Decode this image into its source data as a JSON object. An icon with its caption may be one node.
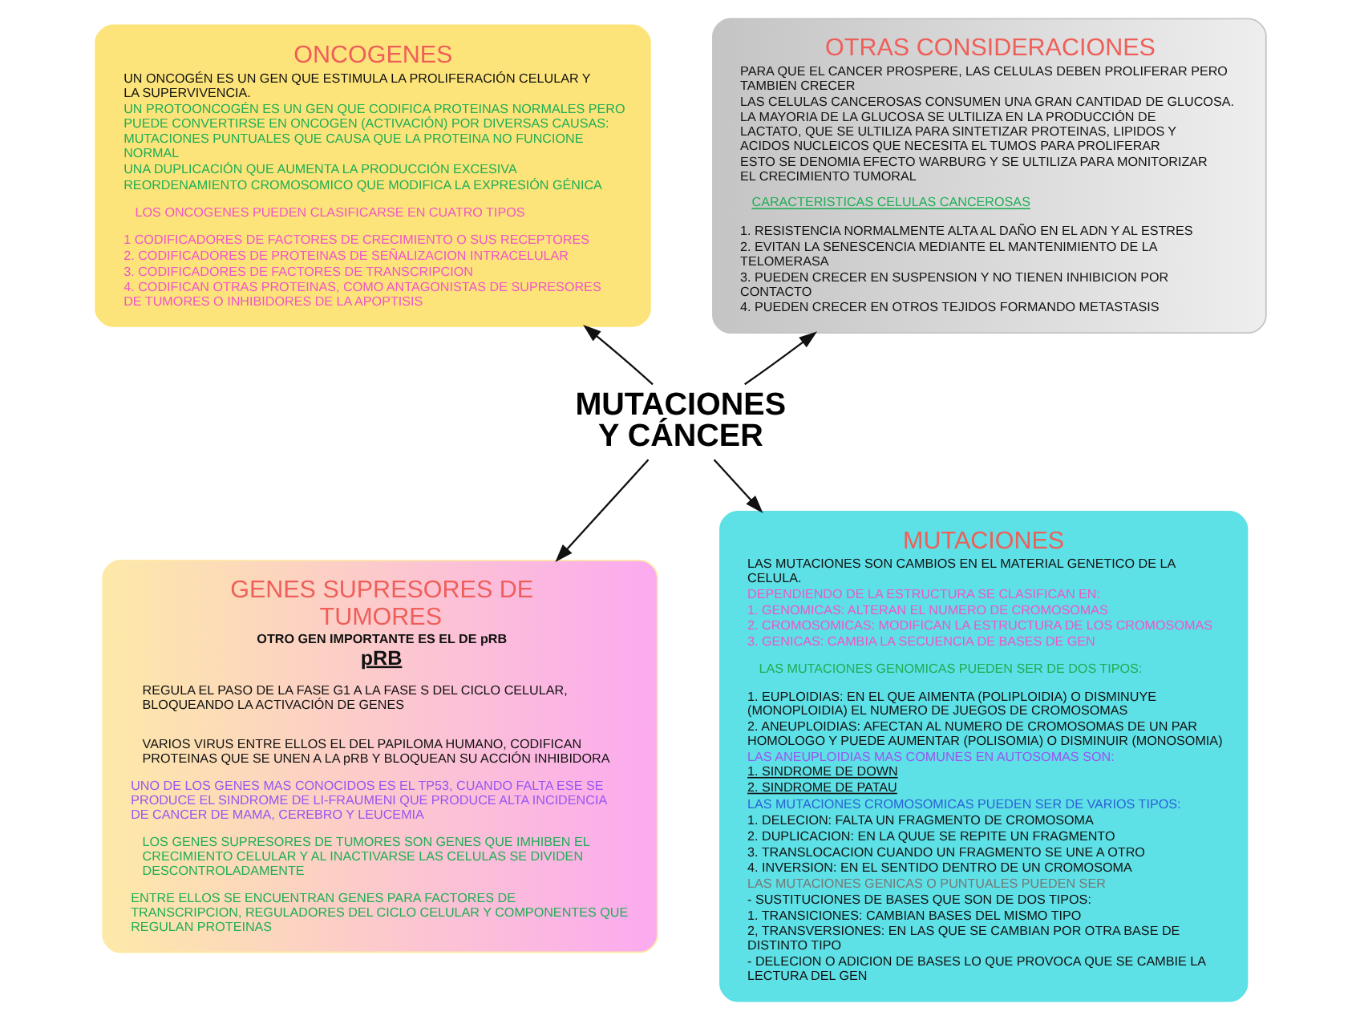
{
  "diagram": {
    "nodes": [
      {
        "text": [
          "ONCOGENES",
          "UN ONCOGÉN ES UN GEN QUE ESTIMULA LA PROLIFERACIÓN CELULAR Y LA SUPERVIVENCIA.",
          "UN PROTOONCOGÉN ES UN GEN QUE CODIFICA PROTEINAS NORMALES PERO PUEDE CONVERTIRSE EN ONCOGEN (ACTIVACIÓN) POR DIVERSAS CAUSAS:",
          "MUTACIONES PUNTUALES QUE CAUSA QUE LA PROTEINA NO FUNCIONE NORMAL",
          "UNA DUPLICACIÓN QUE AUMENTA LA PRODUCCIÓN EXCESIVA",
          "REORDENAMIENTO CROMOSOMICO QUE MODIFICA LA EXPRESIÓN GÉNICA",
          "LOS ONCOGENES PUEDEN CLASIFICARSE EN CUATRO TIPOS",
          "1 CODIFICADORES DE FACTORES DE CRECIMIENTO O SUS RECEPTORES",
          "2. CODIFICADORES DE PROTEINAS DE SEÑALIZACION INTRACELULAR",
          "3. CODIFICADORES DE FACTORES DE TRANSCRIPCION",
          "4. CODIFICAN OTRAS PROTEINAS, COMO ANTAGONISTAS DE SUPRESORES DE TUMORES O INHIBIDORES DE LA APOPTISIS"
        ]
      },
      {
        "text": [
          "OTRAS CONSIDERACIONES",
          "PARA QUE EL CANCER PROSPERE, LAS CELULAS DEBEN PROLIFERAR PERO TAMBIEN CRECER",
          "LAS CELULAS CANCEROSAS CONSUMEN UNA GRAN CANTIDAD DE GLUCOSA.",
          "LA MAYORIA DE LA GLUCOSA SE ULTILIZA EN LA PRODUCCIÓN DE LACTATO, QUE SE ULTILIZA PARA SINTETIZAR PROTEINAS, LIPIDOS Y ACIDOS NUCLEICOS QUE NECESITA EL TUMOS PARA PROLIFERAR",
          "ESTO SE DENOMIA EFECTO WARBURG Y SE ULTILIZA PARA MONITORIZAR EL CRECIMIENTO TUMORAL",
          "CARACTERISTICAS CELULAS CANCEROSAS",
          "1. RESISTENCIA NORMALMENTE ALTA AL DAÑO EN EL ADN Y AL ESTRES",
          "2. EVITAN LA SENESCENCIA MEDIANTE EL MANTENIMIENTO DE LA TELOMERASA",
          "3. PUEDEN CRECER EN SUSPENSION Y NO TIENEN INHIBICION POR CONTACTO",
          "4. PUEDEN CRECER EN OTROS TEJIDOS FORMANDO METASTASIS"
        ]
      },
      {
        "text": [
          "MUTACIONES Y CÁNCER"
        ]
      },
      {
        "text": [
          "GENES SUPRESORES DE TUMORES",
          "OTRO GEN IMPORTANTE ES EL DE pRB",
          "pRB",
          "REGULA EL PASO DE LA FASE G1 A LA FASE S DEL CICLO CELULAR, BLOQUEANDO LA ACTIVACIÓN DE GENES",
          "VARIOS VIRUS ENTRE ELLOS EL DEL PAPILOMA HUMANO, CODIFICAN PROTEINAS QUE SE UNEN A LA pRB Y BLOQUEAN SU ACCIÓN INHIBIDORA",
          "UNO DE LOS GENES MAS CONOCIDOS ES EL TP53, CUANDO FALTA ESE SE PRODUCE EL SINDROME DE LI-FRAUMENI QUE PRODUCE ALTA INCIDENCIA DE CANCER DE MAMA, CEREBRO Y LEUCEMIA",
          "LOS GENES SUPRESORES DE TUMORES SON GENES QUE IMHIBEN EL CRECIMIENTO CELULAR Y AL INACTIVARSE LAS CELULAS SE DIVIDEN DESCONTROLADAMENTE",
          "ENTRE ELLOS SE ENCUENTRAN GENES PARA FACTORES DE TRANSCRIPCION, REGULADORES DEL CICLO CELULAR Y COMPONENTES QUE REGULAN PROTEINAS"
        ]
      },
      {
        "text": [
          "MUTACIONES",
          "LAS MUTACIONES SON CAMBIOS EN EL MATERIAL GENETICO DE LA CELULA.",
          "DEPENDIENDO DE LA ESTRUCTURA SE CLASIFICAN EN:",
          "1. GENOMICAS: ALTERAN EL NUMERO DE CROMOSOMAS",
          "2. CROMOSOMICAS: MODIFICAN LA ESTRUCTURA DE LOS CROMOSOMAS",
          "3. GENICAS: CAMBIA LA SECUENCIA DE BASES DE GEN",
          "LAS MUTACIONES GENOMICAS PUEDEN SER DE DOS TIPOS:",
          "1. EUPLOIDIAS: EN EL QUE AIMENTA (POLIPLOIDIA) O DISMINUYE (MONOPLOIDIA) EL NUMERO DE JUEGOS DE CROMOSOMAS",
          "2. ANEUPLOIDIAS: AFECTAN AL NUMERO DE CROMOSOMAS DE UN PAR HOMOLOGO Y PUEDE AUMENTAR (POLISOMIA) O DISMINUIR (MONOSOMIA)",
          "LAS ANEUPLOIDIAS MAS COMUNES EN AUTOSOMAS SON:",
          "1. SINDROME DE DOWN",
          "2. SINDROME DE PATAU",
          "LAS MUTACIONES CROMOSOMICAS PUEDEN SER DE VARIOS TIPOS:",
          "1. DELECION: FALTA UN FRAGMENTO DE CROMOSOMA",
          "2. DUPLICACION: EN LA QUUE SE REPITE UN FRAGMENTO",
          "3. TRANSLOCACION CUANDO UN FRAGMENTO SE UNE A OTRO",
          "4. INVERSION: EN EL SENTIDO DENTRO DE UN CROMOSOMA",
          "LAS MUTACIONES GENICAS O PUNTUALES PUEDEN SER",
          "- SUSTITUCIONES DE BASES QUE SON DE DOS TIPOS:",
          "1. TRANSICIONES: CAMBIAN BASES DEL MISMO TIPO",
          "2, TRANSVERSIONES: EN LAS QUE SE CAMBIAN POR OTRA BASE DE DISTINTO TIPO",
          "- DELECION O ADICION DE BASES LO QUE PROVOCA QUE SE CAMBIE LA LECTURA DEL GEN"
        ]
      }
    ],
    "edges": [
      {
        "from": 2,
        "to": 0,
        "arrow": "to"
      },
      {
        "from": 2,
        "to": 1,
        "arrow": "to"
      },
      {
        "from": 2,
        "to": 3,
        "arrow": "to"
      },
      {
        "from": 2,
        "to": 4,
        "arrow": "to"
      }
    ]
  }
}
